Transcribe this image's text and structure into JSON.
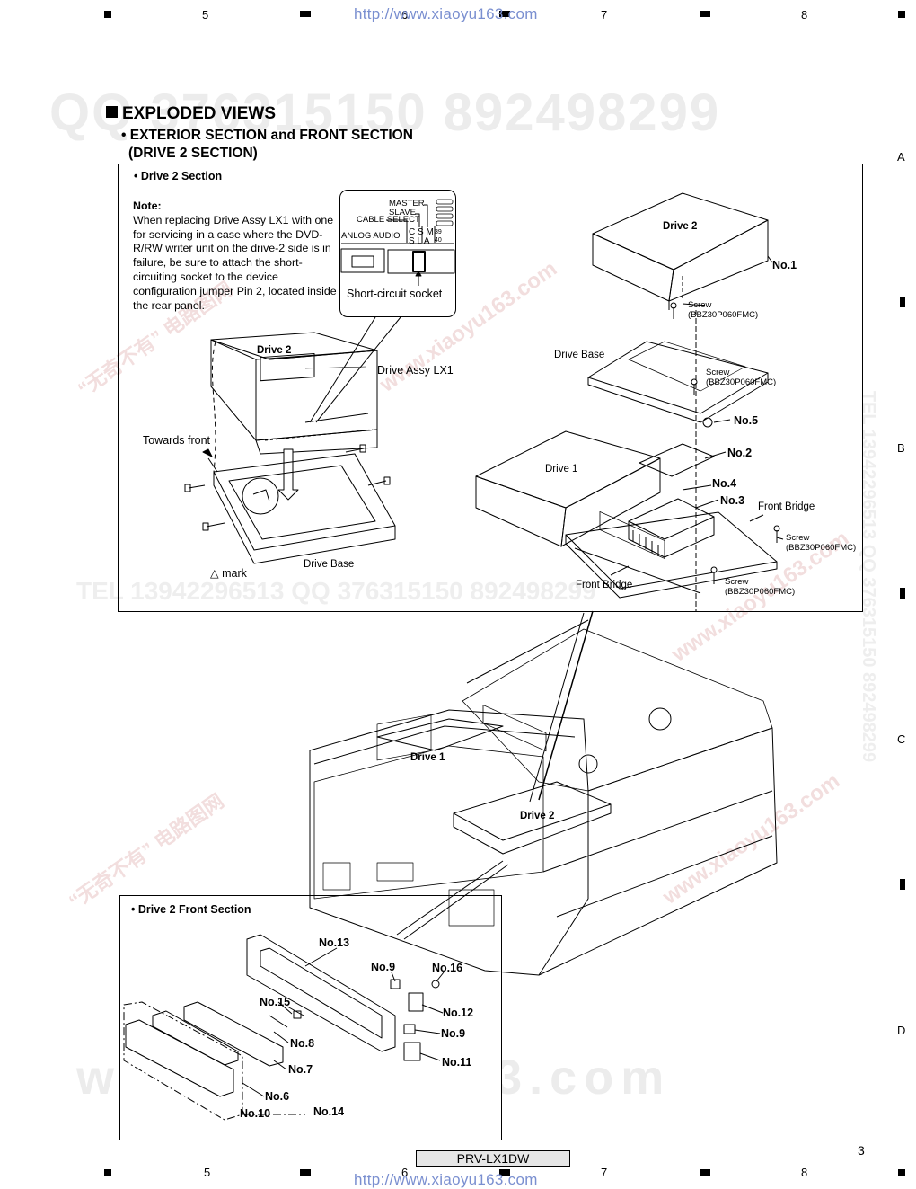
{
  "header": {
    "column_numbers": [
      "5",
      "6",
      "7",
      "8"
    ],
    "url": "http://www.xiaoyu163.com"
  },
  "side_letters": [
    "A",
    "B",
    "C",
    "D"
  ],
  "watermarks": {
    "qq_top": "QQ 376315150    892498299",
    "tel_mid": "TEL 13942296513  QQ 376315150  892498299",
    "domain_bottom": "www.xiaoyu163.com",
    "side_vertical": "TEL 13942296513  QQ 376315150  892498299",
    "diag_cn": "“无奇不有” 电路图网",
    "diag_url": "www.xiaoyu163.com"
  },
  "titles": {
    "main": "EXPLODED VIEWS",
    "sub1": "• EXTERIOR SECTION and FRONT SECTION",
    "sub2": "(DRIVE 2 SECTION)"
  },
  "section_drive2": {
    "title": "• Drive 2 Section",
    "note_heading": "Note:",
    "note_text": "When replacing Drive Assy LX1 with one for servicing in a case where the DVD-R/RW writer unit on the drive-2 side is in failure, be sure to attach the short-circuiting socket to the device configuration jumper Pin 2, located inside the rear panel.",
    "inset": {
      "master": "MASTER",
      "slave": "SLAVE",
      "cable_select": "CABLE SELECT",
      "anlog_audio": "ANLOG AUDIO",
      "csm": "C S M",
      "sla": "S L A",
      "pin39": "39",
      "pin40": "40",
      "caption": "Short-circuit socket"
    },
    "left_labels": {
      "drive2": "Drive 2",
      "drive_assy": "Drive Assy LX1",
      "towards_front": "Towards front",
      "mark": "△ mark",
      "drive_base": "Drive Base"
    },
    "right_labels": {
      "drive2": "Drive 2",
      "no1": "No.1",
      "screw1": "Screw",
      "screw1_code": "(BBZ30P060FMC)",
      "drive_base": "Drive Base",
      "screw2": "Screw",
      "screw2_code": "(BBZ30P060FMC)",
      "no5": "No.5",
      "no2": "No.2",
      "drive1": "Drive 1",
      "no4": "No.4",
      "no3": "No.3",
      "front_bridge_r": "Front Bridge",
      "screw3": "Screw",
      "screw3_code": "(BBZ30P060FMC)",
      "screw4": "Screw",
      "screw4_code": "(BBZ30P060FMC)",
      "front_bridge_b": "Front Bridge"
    }
  },
  "chassis": {
    "drive1": "Drive 1",
    "drive2": "Drive 2"
  },
  "section_front": {
    "title": "• Drive 2 Front Section",
    "labels": {
      "no13": "No.13",
      "no9a": "No.9",
      "no16": "No.16",
      "no15": "No.15",
      "no12": "No.12",
      "no9b": "No.9",
      "no8": "No.8",
      "no11": "No.11",
      "no7": "No.7",
      "no6": "No.6",
      "no10": "No.10",
      "no14": "No.14"
    }
  },
  "footer": {
    "model": "PRV-LX1DW",
    "page": "3"
  }
}
